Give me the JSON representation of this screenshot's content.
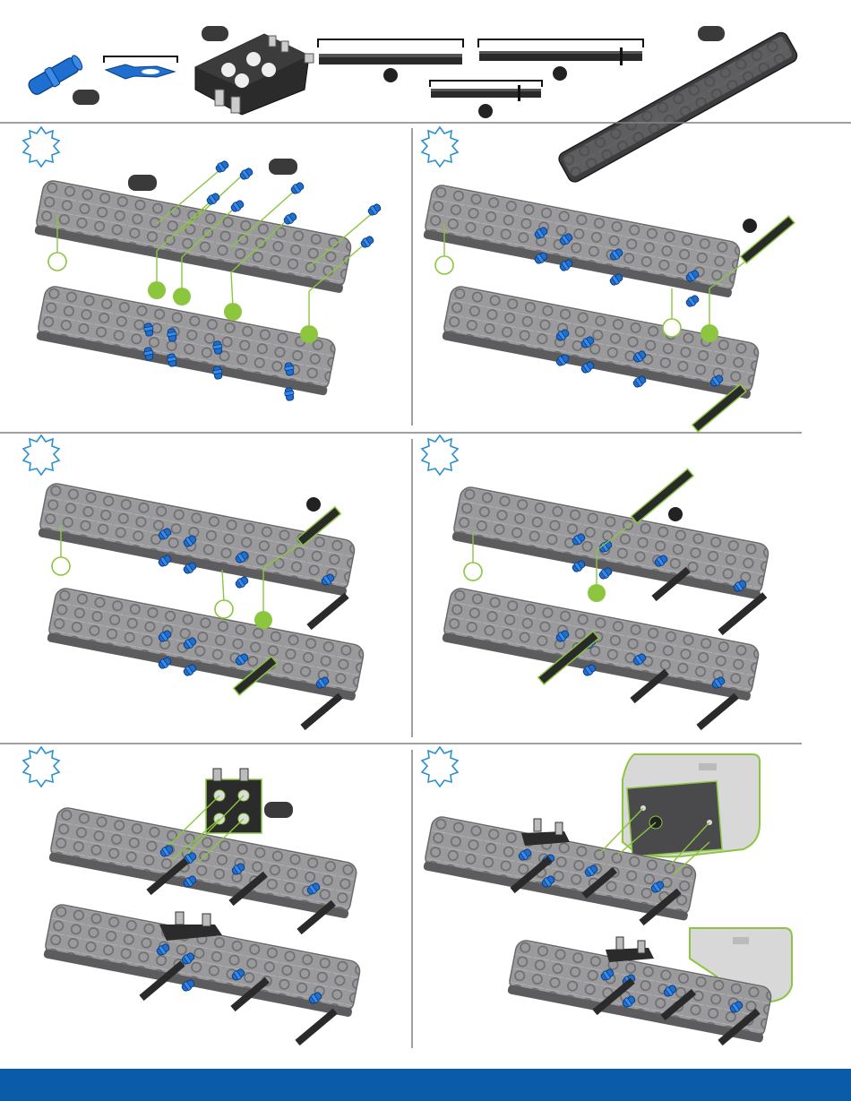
{
  "colors": {
    "accent_green": "#8cc63f",
    "pin_blue": "#1f6fd1",
    "beam_gray": "#9a9a9c",
    "beam_dark": "#5c5c5e",
    "shaft_black": "#2a2a2a",
    "divider": "#808080",
    "footer_blue": "#0a5ca8",
    "step_burst": "#2b8fd0"
  },
  "parts_row": {
    "items": [
      "connector-pin",
      "pin-tool",
      "motor-block",
      "long-shaft",
      "long-shaft-with-collar",
      "medium-shaft-with-collar",
      "long-beam"
    ]
  },
  "steps": [
    {
      "id": 1,
      "icons": [
        "step-burst-icon"
      ]
    },
    {
      "id": 2,
      "icons": [
        "step-burst-icon"
      ]
    },
    {
      "id": 3,
      "icons": [
        "step-burst-icon"
      ]
    },
    {
      "id": 4,
      "icons": [
        "step-burst-icon"
      ]
    },
    {
      "id": 5,
      "icons": [
        "step-burst-icon"
      ]
    },
    {
      "id": 6,
      "icons": [
        "step-burst-icon"
      ]
    }
  ]
}
